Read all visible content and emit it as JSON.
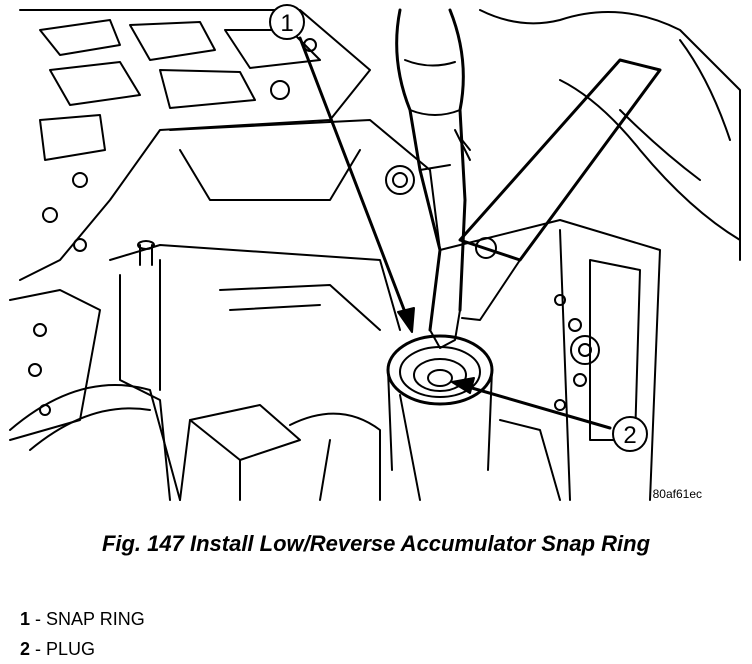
{
  "illustration": {
    "callouts": [
      {
        "number": "1"
      },
      {
        "number": "2"
      }
    ],
    "image_code": "80af61ec"
  },
  "caption": "Fig. 147 Install Low/Reverse Accumulator Snap Ring",
  "legend": [
    {
      "number": "1",
      "separator": " - ",
      "label": "SNAP RING"
    },
    {
      "number": "2",
      "separator": " - ",
      "label": "PLUG"
    }
  ]
}
